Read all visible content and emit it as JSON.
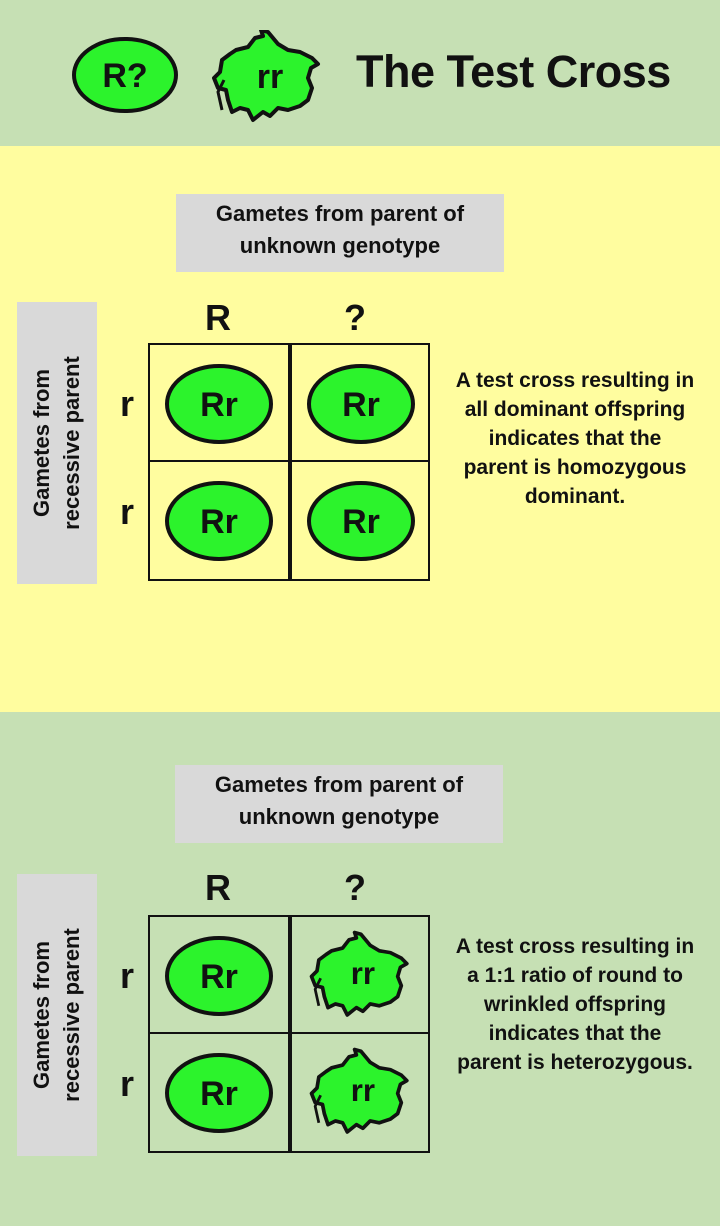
{
  "header": {
    "title": "The Test Cross",
    "round_pea_label": "R?",
    "wrinkled_pea_label": "rr"
  },
  "colors": {
    "header_bg": "#c6e0b4",
    "panel1_bg": "#fffd9f",
    "panel2_bg": "#c6e0b4",
    "label_box_bg": "#d9d9d9",
    "pea_fill": "#2cf32c",
    "outline": "#111111"
  },
  "panels": [
    {
      "top_label": "Gametes from parent of unknown genotype",
      "top_label_line1": "Gametes from parent of",
      "top_label_line2": "unknown genotype",
      "side_label_line1": "Gametes from",
      "side_label_line2": "recessive parent",
      "col_labels": [
        "R",
        "?"
      ],
      "row_labels": [
        "r",
        "r"
      ],
      "cells": [
        [
          {
            "genotype": "Rr",
            "phenotype": "round"
          },
          {
            "genotype": "Rr",
            "phenotype": "round"
          }
        ],
        [
          {
            "genotype": "Rr",
            "phenotype": "round"
          },
          {
            "genotype": "Rr",
            "phenotype": "round"
          }
        ]
      ],
      "note_lines": [
        "A test cross resulting in",
        "all dominant offspring",
        "indicates that the",
        "parent is homozygous",
        "dominant."
      ]
    },
    {
      "top_label": "Gametes from parent of unknown genotype",
      "top_label_line1": "Gametes from parent of",
      "top_label_line2": "unknown genotype",
      "side_label_line1": "Gametes from",
      "side_label_line2": "recessive parent",
      "col_labels": [
        "R",
        "?"
      ],
      "row_labels": [
        "r",
        "r"
      ],
      "cells": [
        [
          {
            "genotype": "Rr",
            "phenotype": "round"
          },
          {
            "genotype": "rr",
            "phenotype": "wrinkled"
          }
        ],
        [
          {
            "genotype": "Rr",
            "phenotype": "round"
          },
          {
            "genotype": "rr",
            "phenotype": "wrinkled"
          }
        ]
      ],
      "note_lines": [
        "A test cross resulting in",
        "a 1:1 ratio of round to",
        "wrinkled offspring",
        "indicates that the",
        "parent is heterozygous."
      ]
    }
  ]
}
